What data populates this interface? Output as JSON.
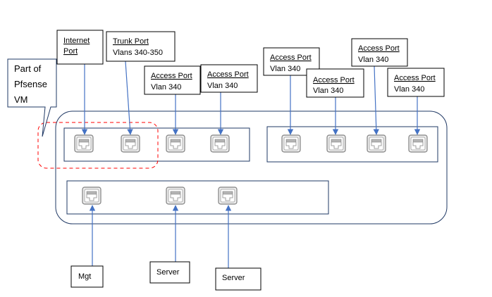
{
  "callout": {
    "line1": "Part of",
    "line2": "Pfsense",
    "line3": "VM"
  },
  "labels": {
    "internet": {
      "line1": "Internet",
      "line2": "Port"
    },
    "trunk": {
      "line1": "Trunk  Port",
      "line2": "Vlans 340-350"
    },
    "access1": {
      "line1": "Access  Port",
      "line2": "Vlan 340"
    },
    "access2": {
      "line1": "Access  Port",
      "line2": "Vlan 340"
    },
    "access3": {
      "line1": "Access  Port",
      "line2": "Vlan 340"
    },
    "access4": {
      "line1": "Access  Port",
      "line2": "Vlan 340"
    },
    "access5": {
      "line1": "Access  Port",
      "line2": "Vlan 340"
    },
    "access6": {
      "line1": "Access  Port",
      "line2": "Vlan 340"
    },
    "mgt": "Mgt",
    "server1": "Server",
    "server2": "Server"
  },
  "colors": {
    "outline": "#1f3864",
    "arrow": "#4472c4",
    "dashed": "#ff0000",
    "port_fill": "#ececec",
    "port_stroke": "#808080"
  }
}
